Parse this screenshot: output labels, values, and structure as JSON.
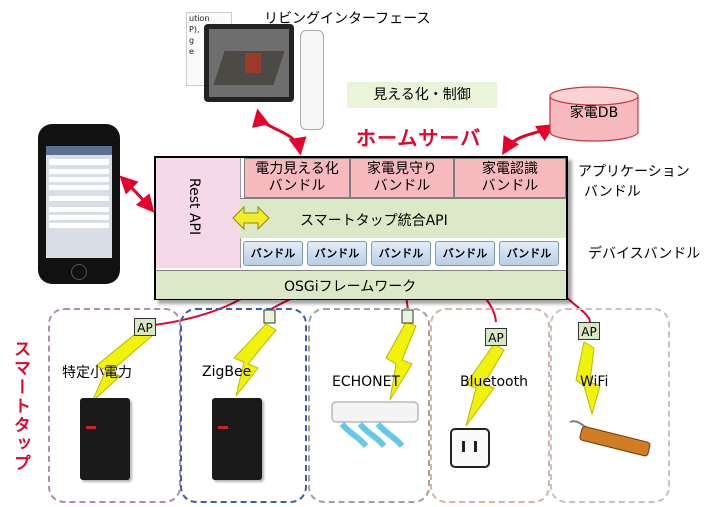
{
  "living_interface": {
    "title": "リビングインターフェース",
    "doc_lines": [
      "ution",
      "P),",
      "g",
      "e"
    ]
  },
  "visualize_control": "見える化・制御",
  "home_server": "ホームサーバ",
  "appliance_db": "家電DB",
  "rest_api": "Rest API",
  "app_bundles": [
    {
      "line1": "電力見える化",
      "line2": "バンドル"
    },
    {
      "line1": "家電見守り",
      "line2": "バンドル"
    },
    {
      "line1": "家電認識",
      "line2": "バンドル"
    }
  ],
  "app_bundle_label": {
    "line1": "アプリケーション",
    "line2": "バンドル"
  },
  "smarttap_api": "スマートタップ統合API",
  "device_bundles": [
    "バンドル",
    "バンドル",
    "バンドル",
    "バンドル",
    "バンドル"
  ],
  "device_bundle_label": "デバイスバンドル",
  "osgi": "OSGiフレームワーク",
  "smart_tap_label": "スマートタップ",
  "ap_label": "AP",
  "networks": [
    "特定小電力",
    "ZigBee",
    "ECHONET",
    "Bluetooth",
    "WiFi"
  ],
  "colors": {
    "accent_red": "#e8002a",
    "app_bundle": "#f6b9bd",
    "api_green": "#dbe9c8",
    "rest_pink": "#f6d9e8",
    "bolt_yellow": "#f1f20a"
  }
}
